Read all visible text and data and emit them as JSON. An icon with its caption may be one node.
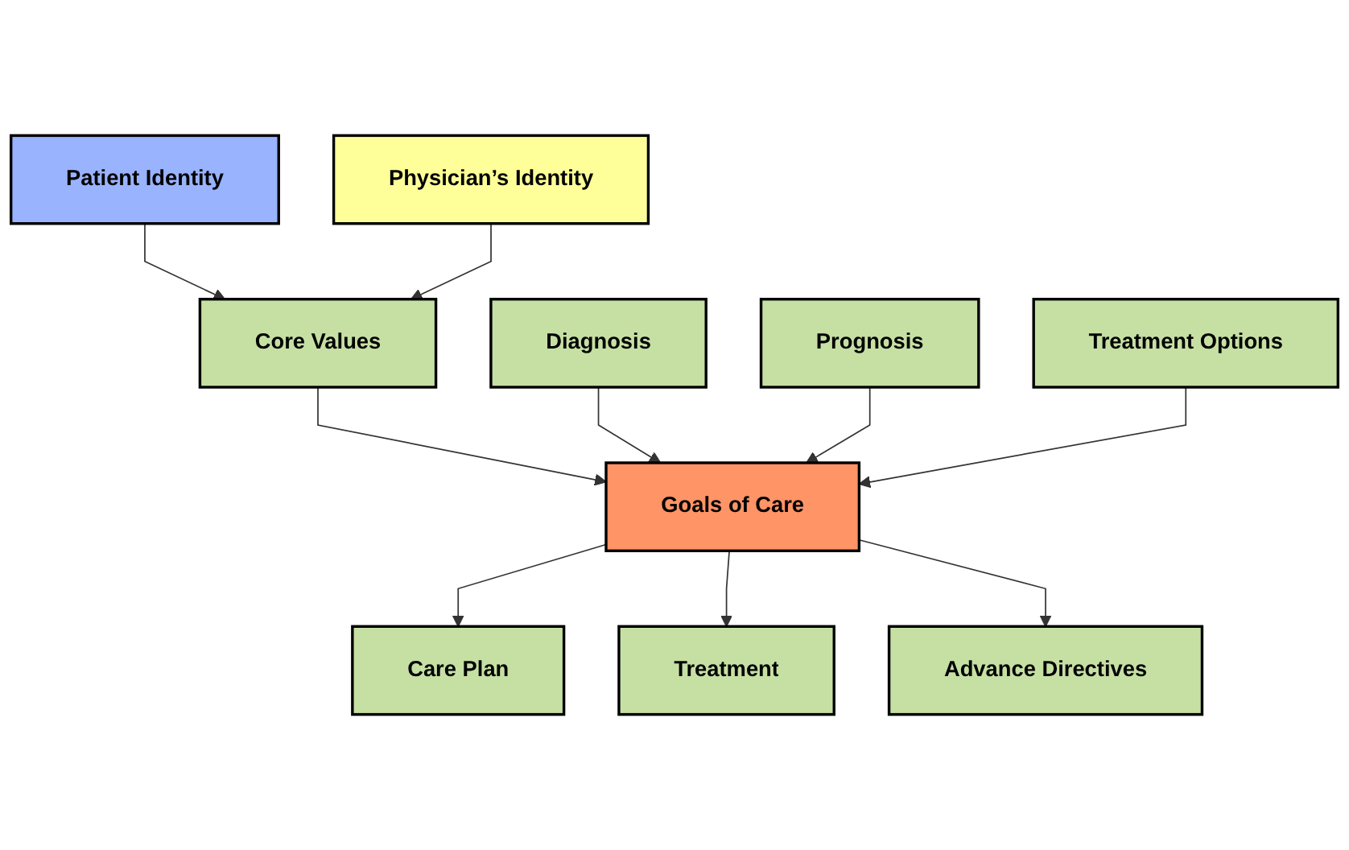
{
  "diagram": {
    "nodes": [
      {
        "text": [
          "Patient Identity"
        ]
      },
      {
        "text": [
          "Physician’s Identity"
        ]
      },
      {
        "text": [
          "Core Values"
        ]
      },
      {
        "text": [
          "Diagnosis"
        ]
      },
      {
        "text": [
          "Prognosis"
        ]
      },
      {
        "text": [
          "Treatment Options"
        ]
      },
      {
        "text": [
          "Goals of Care"
        ]
      },
      {
        "text": [
          "Care Plan"
        ]
      },
      {
        "text": [
          "Treatment"
        ]
      },
      {
        "text": [
          "Advance Directives"
        ]
      }
    ],
    "edges": [
      {
        "from": 0,
        "to": 2,
        "arrow": "to"
      },
      {
        "from": 1,
        "to": 2,
        "arrow": "to"
      },
      {
        "from": 2,
        "to": 6,
        "arrow": "to"
      },
      {
        "from": 3,
        "to": 6,
        "arrow": "to"
      },
      {
        "from": 4,
        "to": 6,
        "arrow": "to"
      },
      {
        "from": 5,
        "to": 6,
        "arrow": "to"
      },
      {
        "from": 6,
        "to": 7,
        "arrow": "to"
      },
      {
        "from": 6,
        "to": 8,
        "arrow": "to"
      },
      {
        "from": 6,
        "to": 9,
        "arrow": "to"
      }
    ]
  }
}
